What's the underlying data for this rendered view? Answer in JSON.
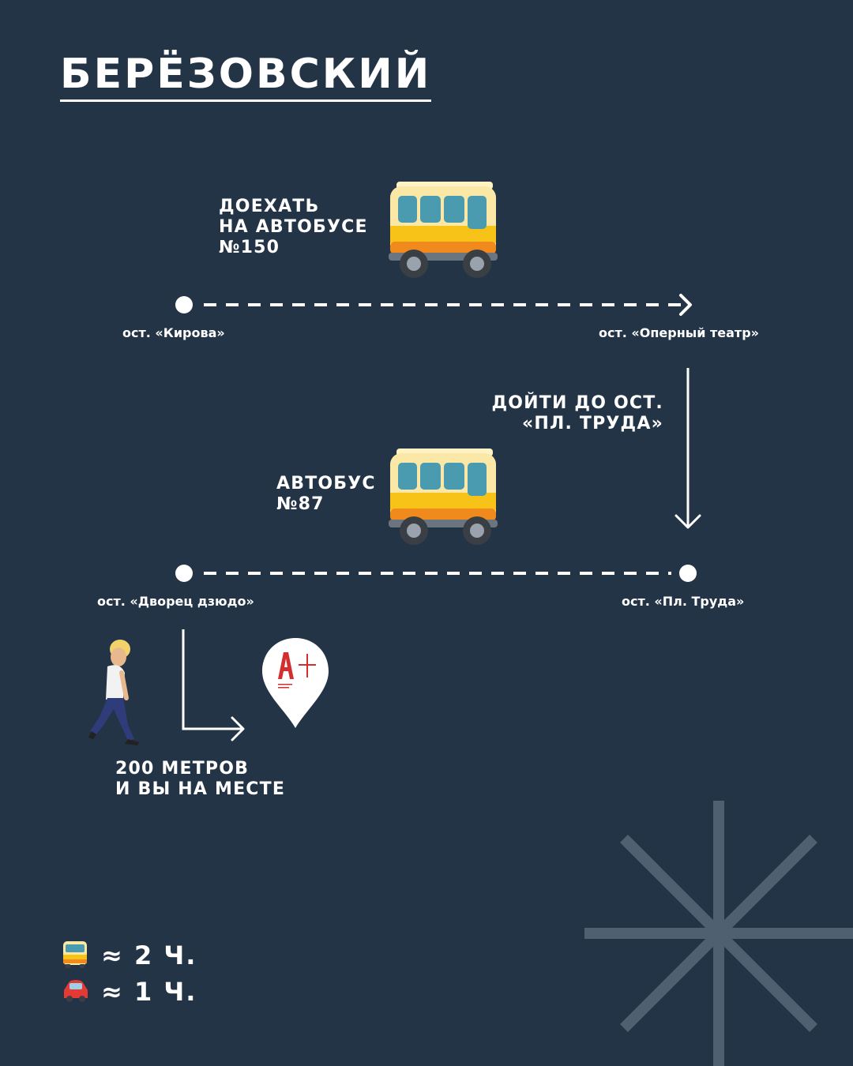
{
  "title": "БЕРЁЗОВСКИЙ",
  "colors": {
    "background": "#243447",
    "foreground": "#ffffff",
    "asterisk": "#4f6070",
    "bus_yellow": "#f7c318",
    "bus_orange": "#f08a1c",
    "pin_red": "#d32f2f"
  },
  "step1": {
    "text": "ДОЕХАТЬ\nНА АВТОБУСЕ\n№150",
    "icon": "bus-icon"
  },
  "route1": {
    "from": "ост. «Кирова»",
    "to": "ост. «Оперный театр»"
  },
  "walk_transfer": {
    "text": "ДОЙТИ ДО ОСТ.\n«ПЛ. ТРУДА»"
  },
  "step2": {
    "text": "АВТОБУС\n№87",
    "icon": "bus-icon"
  },
  "route2": {
    "from": "ост. «Дворец дзюдо»",
    "to": "ост. «Пл. Труда»"
  },
  "final": {
    "text": "200 МЕТРОВ\nИ ВЫ НА МЕСТЕ",
    "person_icon": "walking-person-icon",
    "pin_icon": "a-plus-location-pin-icon"
  },
  "summary": [
    {
      "icon": "bus-icon",
      "text": "≈ 2 Ч."
    },
    {
      "icon": "car-icon",
      "text": "≈ 1 Ч."
    }
  ]
}
